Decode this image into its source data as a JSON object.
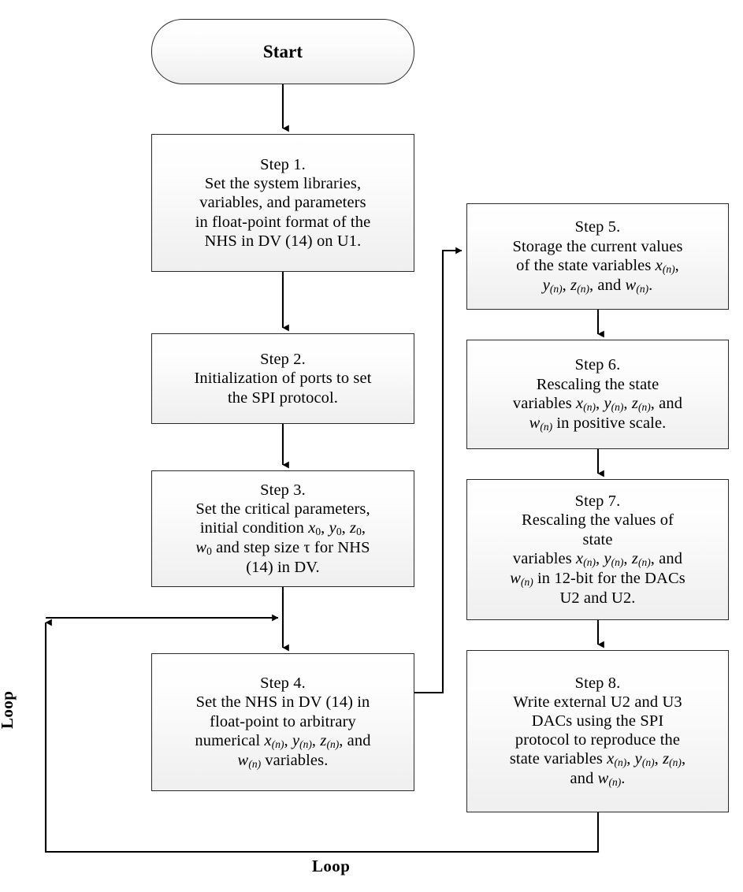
{
  "diagram": {
    "title": "Firmware flowchart for NHS implementation on microcontroller",
    "type": "flowchart",
    "orientation": "two-column, top-to-bottom, with loop back",
    "colors": {
      "node_border": "#2b2b2b",
      "node_fill_top": "#ffffff",
      "node_fill_bottom": "#efefef",
      "connector": "#000000",
      "text": "#000000"
    }
  },
  "nodes": {
    "start": {
      "label": "Start",
      "shape": "terminator"
    },
    "step1": {
      "heading": "Step 1.",
      "lines": [
        "Set the system libraries,",
        "variables, and  parameters",
        "in float-point format of the",
        "NHS in DV (14) on U1."
      ]
    },
    "step2": {
      "heading": "Step 2.",
      "lines": [
        "Initialization of ports to set",
        "the SPI protocol."
      ]
    },
    "step3": {
      "heading": "Step 3.",
      "lines": [
        "Set the critical parameters,",
        "initial condition x0, y0, z0,",
        "w0 and step size τ for NHS",
        "(14) in DV."
      ]
    },
    "step4": {
      "heading": "Step 4.",
      "lines": [
        "Set the NHS in DV (14) in",
        "float-point to arbitrary",
        "numerical x(n), y(n), z(n), and",
        "w(n) variables."
      ]
    },
    "step5": {
      "heading": "Step 5.",
      "lines": [
        "Storage the current values",
        "of the state variables x(n),",
        "y(n), z(n), and w(n)."
      ]
    },
    "step6": {
      "heading": "Step 6.",
      "lines": [
        "Rescaling the state",
        "variables x(n), y(n), z(n), and",
        "w(n) in positive scale."
      ]
    },
    "step7": {
      "heading": "Step 7.",
      "lines": [
        "Rescaling the values of",
        "state",
        "variables x(n), y(n), z(n), and",
        "w(n) in 12-bit for the DACs",
        "U2 and U2."
      ]
    },
    "step8": {
      "heading": "Step 8.",
      "lines": [
        "Write external U2 and U3",
        "DACs using the SPI",
        "protocol to reproduce the",
        "state variables x(n), y(n), z(n),",
        "and w(n)."
      ]
    }
  },
  "labels": {
    "loop_left": "Loop",
    "loop_bottom": "Loop"
  },
  "edges": [
    {
      "from": "start",
      "to": "step1",
      "kind": "arrow-down"
    },
    {
      "from": "step1",
      "to": "step2",
      "kind": "arrow-down"
    },
    {
      "from": "step2",
      "to": "step3",
      "kind": "arrow-down"
    },
    {
      "from": "step3",
      "to": "step4",
      "kind": "arrow-down"
    },
    {
      "from": "step4",
      "to": "step5",
      "kind": "elbow-right-up-arrow"
    },
    {
      "from": "step5",
      "to": "step6",
      "kind": "arrow-down"
    },
    {
      "from": "step6",
      "to": "step7",
      "kind": "arrow-down"
    },
    {
      "from": "step7",
      "to": "step8",
      "kind": "arrow-down"
    },
    {
      "from": "step8",
      "to": "step4",
      "kind": "loop-bottom-left-up",
      "label": "Loop"
    }
  ]
}
